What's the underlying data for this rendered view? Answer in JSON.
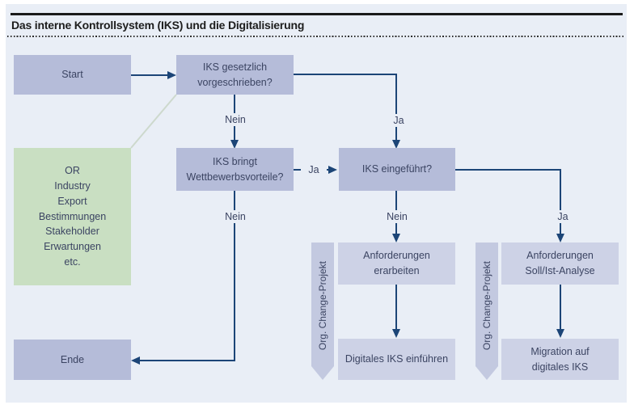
{
  "header": {
    "title": "Das interne Kontrollsystem (IKS) und die Digitalisierung"
  },
  "nodes": {
    "start": {
      "label": "Start"
    },
    "q_gesetzlich": {
      "label": "IKS gesetzlich\nvorgeschrieben?"
    },
    "q_wettbewerb": {
      "label": "IKS bringt\nWettbewerbsvorteile?"
    },
    "q_eingefuehrt": {
      "label": "IKS eingeführt?"
    },
    "or_sources": {
      "label": "OR\nIndustry\nExport\nBestimmungen\nStakeholder\nErwartungen\netc."
    },
    "ende": {
      "label": "Ende"
    },
    "anforderungen_erarbeiten": {
      "label": "Anforderungen\nerarbeiten"
    },
    "anforderungen_soll_ist": {
      "label": "Anforderungen\nSoll/Ist-Analyse"
    },
    "digitales_iks": {
      "label": "Digitales IKS einführen"
    },
    "migration": {
      "label": "Migration auf\ndigitales IKS"
    },
    "banner_left": {
      "label": "Org. Change-Projekt"
    },
    "banner_right": {
      "label": "Org. Change-Projekt"
    }
  },
  "edge_labels": {
    "q1_nein": "Nein",
    "q1_ja": "Ja",
    "q2_ja": "Ja",
    "q2_nein": "Nein",
    "q3_nein": "Nein",
    "q3_ja": "Ja"
  },
  "colors": {
    "canvas_background": "#e9eef6",
    "decision_box": "#b5bcd9",
    "process_box": "#cdd2e6",
    "banner": "#c3c9e0",
    "or_box": "#c9dfc2",
    "arrow": "#1c4577",
    "text": "#3b4462",
    "diagonal_connector": "#cdd9cd"
  }
}
